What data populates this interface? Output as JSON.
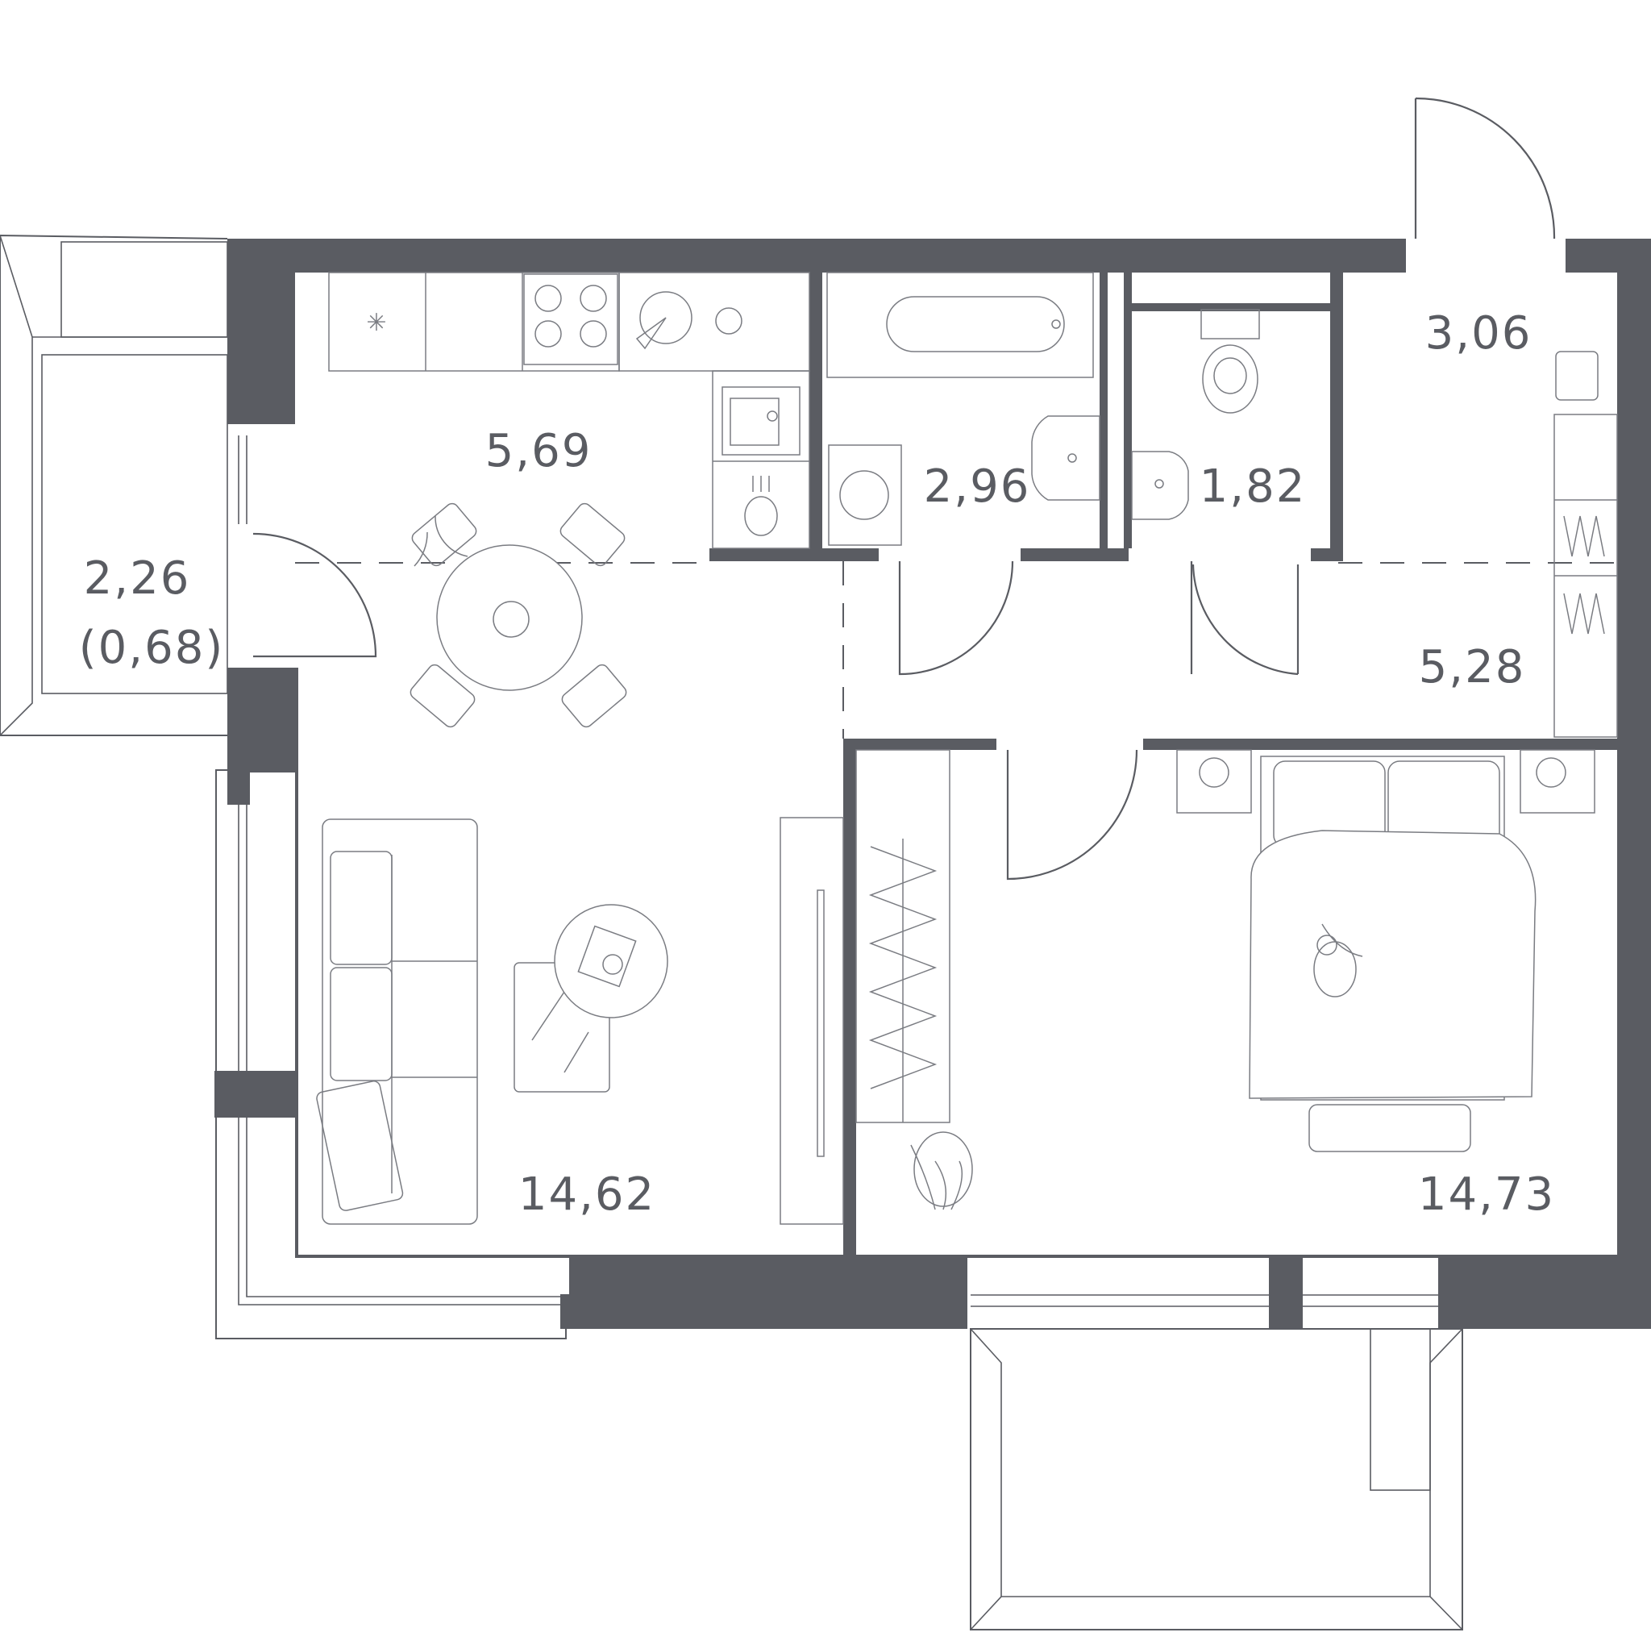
{
  "rooms": [
    {
      "id": "balcony-west",
      "area": "2,26",
      "sub": "(0,68)"
    },
    {
      "id": "kitchen",
      "area": "5,69"
    },
    {
      "id": "bathroom",
      "area": "2,96"
    },
    {
      "id": "toilet",
      "area": "1,82"
    },
    {
      "id": "entry",
      "area": "3,06"
    },
    {
      "id": "hallway",
      "area": "5,28"
    },
    {
      "id": "living-room",
      "area": "14,62"
    },
    {
      "id": "bedroom",
      "area": "14,73"
    }
  ],
  "colors": {
    "wall": "#5a5c62",
    "line": "#7a7c82",
    "background": "#ffffff"
  }
}
